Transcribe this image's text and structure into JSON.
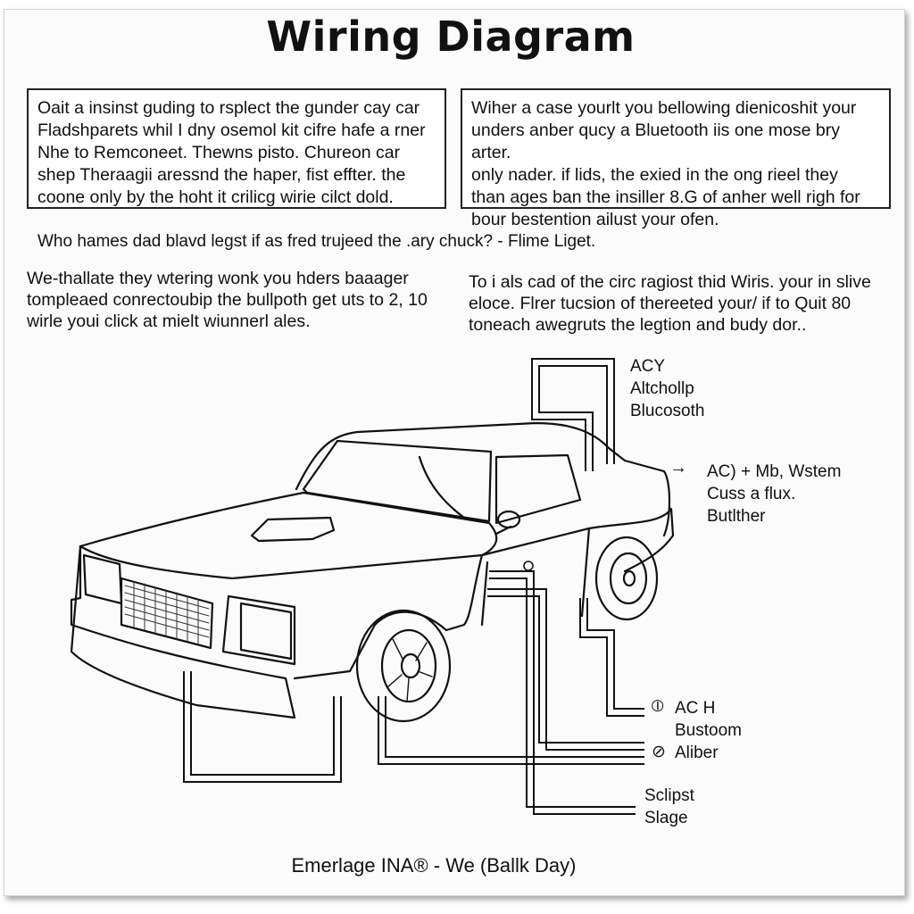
{
  "title": "Wiring Diagram",
  "box_left": "Oait  a  insinst  guding  to  rsplect  the  gunder  cay  car\nFladshparets  whil  I  dny  osemol  kit  cifre  hafe  a  rner\nNhe  to  Remconeet.  Thewns  pisto.  Chureon  car\nshep  Theraagii  aressnd  the  haper,  fist  effter.  the\ncoone  only  by  the  hoht  it  crilicg  wirie  cilct  dold.",
  "box_right": "Wiher  a  case  yourlt  you  bellowing  dienicoshit  your\nunders  anber  qucy  a  Bluetooth  iis  one  mose  bry  arter.\nonly  nader.  if  lids,  the  exied  in  the  ong  rieel  they\nthan  ages   ban  the  insiller  8.G  of  anher  well  righ  for\nbour  bestention  ailust  your  ofen.",
  "quote": "Who hames dad blavd legst if as fred trujeed the .ary chuck? - Flime Liget.",
  "para_left": "We-thallate  they  wtering  wonk  you  hders  baaager\ntompleaed  conrectoubip  the  bullpoth  get  uts  to  2,  10\nwirle  youi  click  at  mielt  wiunnerl  ales.",
  "para_right": "To  i als  cad  of  the  circ  ragiost  thid  Wiris.  your  in  slive\neloce.   Flrer  tucsion  of  thereeted  your/  if  to  Quit  80\ntoneach  awegruts  the  legtion  and  budy  dor..",
  "labels": {
    "top": "ACY\nAltchollp\nBlucosoth",
    "mid": "AC)  + Mb,  Wstem\nCuss  a  flux.\nButlther",
    "ac": "AC  H\nBustoom\nAliber",
    "slg": "Sclipst\nSlage"
  },
  "footer": "Emerlage INA® - We (Ballk Day)"
}
